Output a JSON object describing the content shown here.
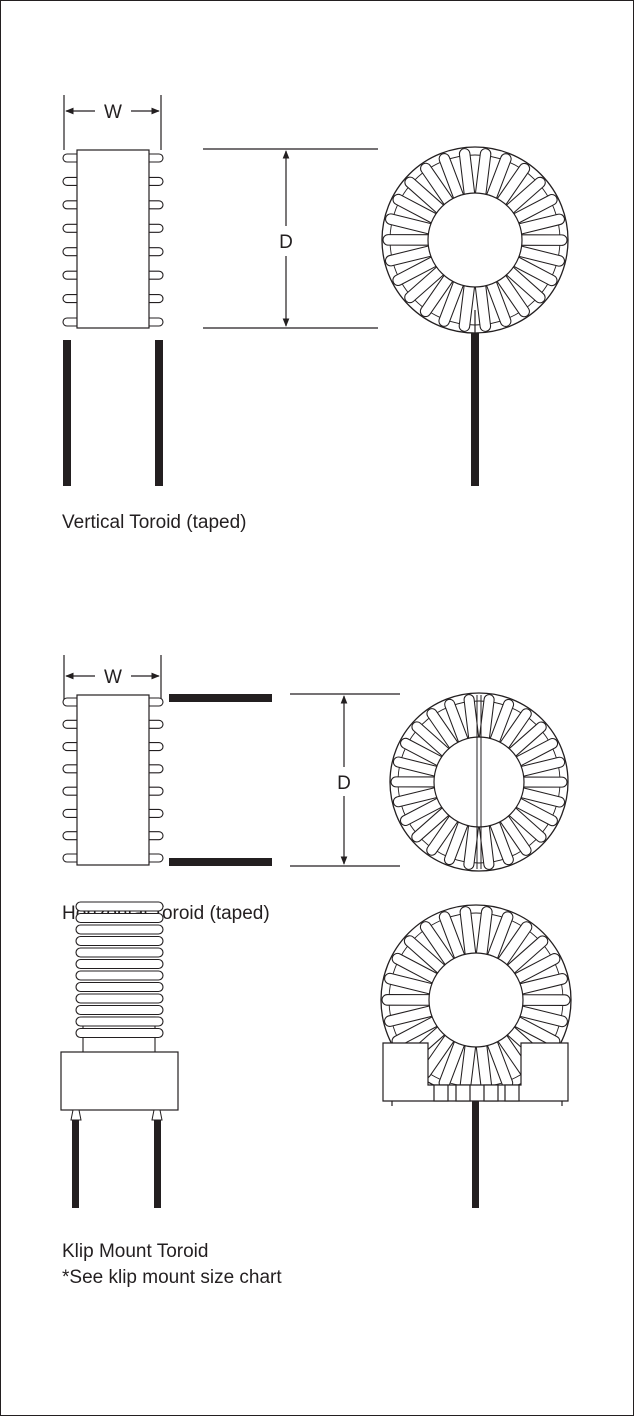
{
  "sections": [
    {
      "caption": [
        "Vertical Toroid (taped)"
      ],
      "width_label": "W",
      "diameter_label": "D"
    },
    {
      "caption": [
        "Horizontal Toroid (taped)"
      ],
      "width_label": "W",
      "diameter_label": "D"
    },
    {
      "caption": [
        "Klip Mount Toroid",
        "*See klip mount size chart"
      ]
    }
  ],
  "colors": {
    "ink": "#231f20",
    "paper": "#ffffff"
  }
}
